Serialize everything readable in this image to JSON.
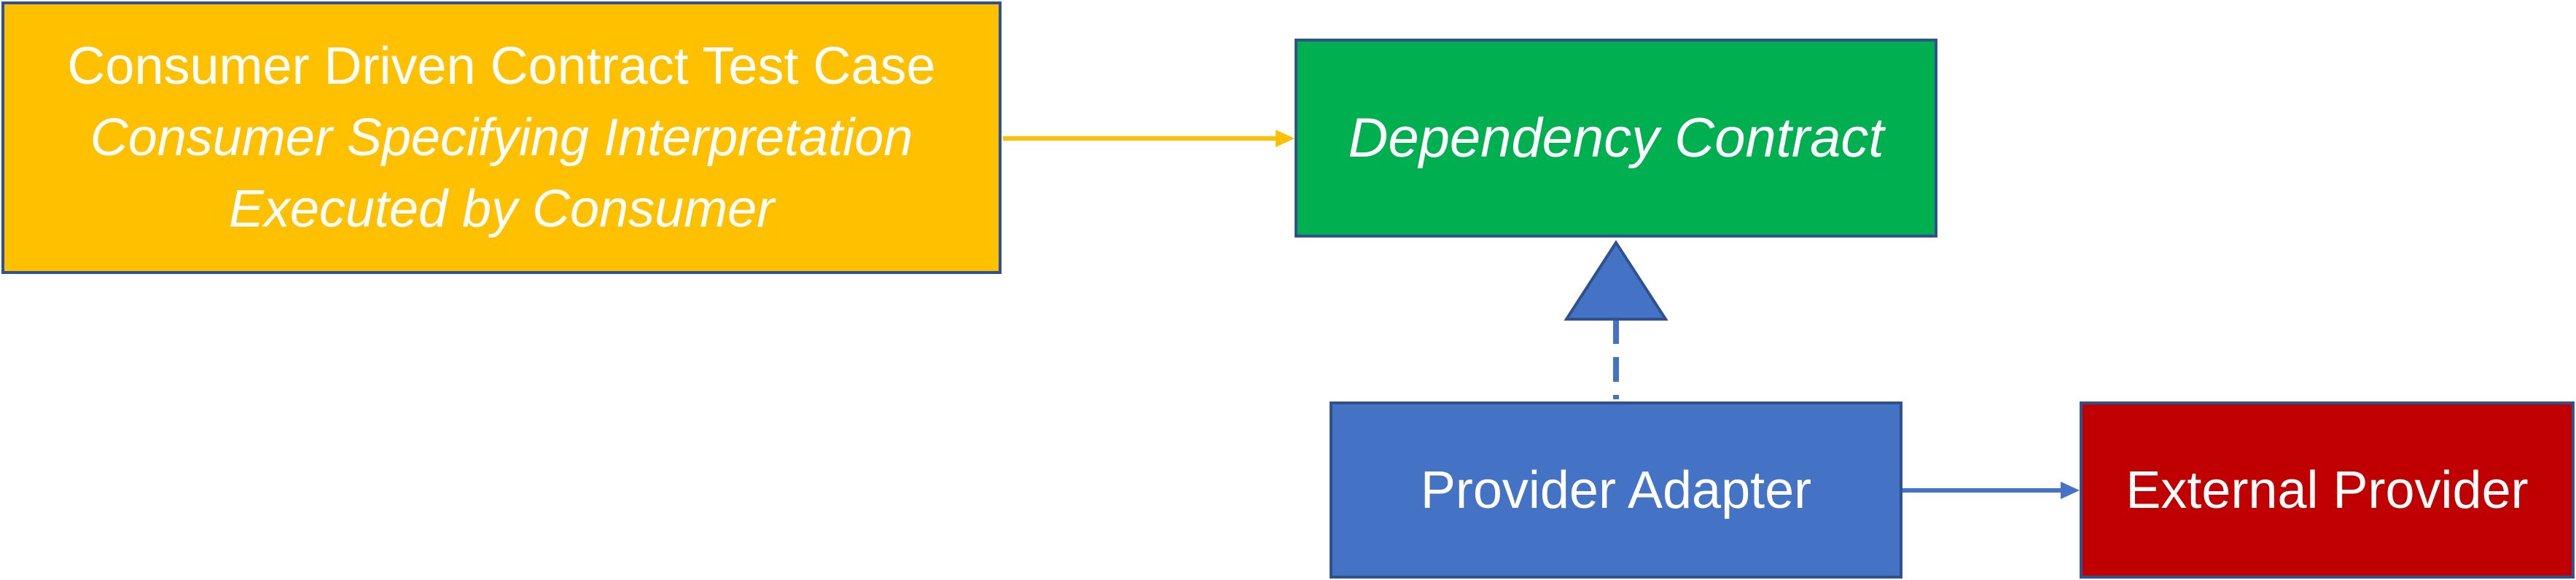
{
  "nodes": {
    "test_case": {
      "title": "Consumer Driven Contract Test Case",
      "subtitle": "Consumer Specifying Interpretation",
      "detail": "Executed by Consumer",
      "fill": "#FFC000"
    },
    "contract": {
      "label": "Dependency Contract",
      "fill": "#00B050"
    },
    "adapter": {
      "label": "Provider Adapter",
      "fill": "#4472C4"
    },
    "external": {
      "label": "External Provider",
      "fill": "#C00000"
    }
  },
  "edges": [
    {
      "from": "test_case",
      "to": "contract",
      "style": "solid-arrow",
      "color": "#FFC000"
    },
    {
      "from": "adapter",
      "to": "contract",
      "style": "dashed-realization",
      "color": "#4472C4"
    },
    {
      "from": "adapter",
      "to": "external",
      "style": "solid-arrow",
      "color": "#4472C4"
    }
  ],
  "border_color": "#2F528F",
  "text_color": "#FFFFFF"
}
